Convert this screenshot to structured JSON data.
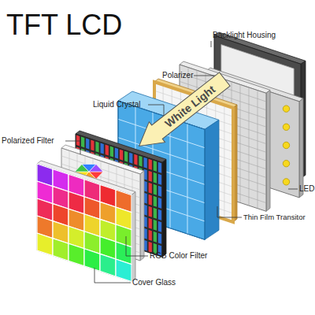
{
  "diagram": {
    "title": "TFT LCD",
    "nodes": [
      {
        "text": [
          "White Light"
        ]
      }
    ],
    "labels": [
      "Backlight Housing",
      "Polarizer",
      "Liquid Crystal",
      "Polarized Filter",
      "LED",
      "Thin Film Transitor",
      "RGB Color Filter",
      "Cover Glass"
    ]
  }
}
